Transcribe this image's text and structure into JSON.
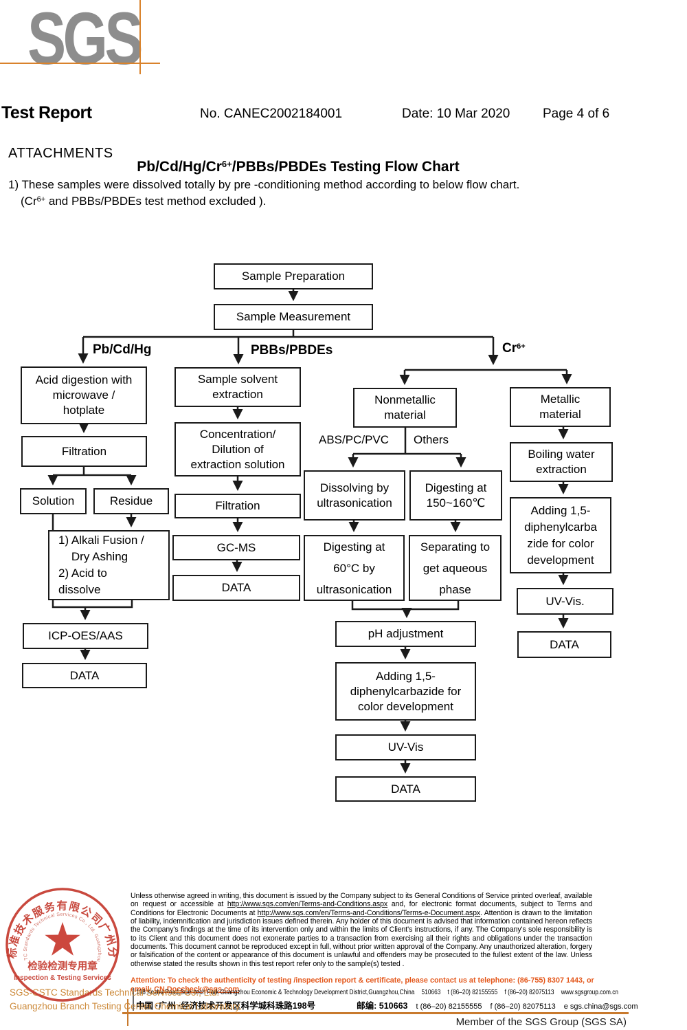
{
  "header": {
    "logo_text": "SGS",
    "report_title": "Test Report",
    "report_no": "No. CANEC2002184001",
    "date": "Date: 10 Mar 2020",
    "page": "Page 4 of 6"
  },
  "attachments": {
    "heading": "ATTACHMENTS",
    "title_prefix": "Pb/Cd/Hg/Cr",
    "title_sup": "6+",
    "title_suffix": "/PBBs/PBDEs Testing Flow Chart",
    "note_line1": "1) These samples were dissolved totally by pre -conditioning method according to below flow chart.",
    "note2_prefix": "(Cr",
    "note2_sup": "6+",
    "note2_suffix": " and PBBs/PBDEs test method excluded )."
  },
  "flowchart": {
    "branch_labels": {
      "left": "Pb/Cd/Hg",
      "middle": "PBBs/PBDEs",
      "right_prefix": "Cr",
      "right_sup": "6+"
    },
    "sub_labels": {
      "abs": "ABS/PC/PVC",
      "others": "Others"
    },
    "boxes": {
      "sample_prep": "Sample Preparation",
      "sample_meas": "Sample Measurement",
      "acid_digestion": "Acid digestion with\nmicrowave /\nhotplate",
      "filtration_left": "Filtration",
      "solution": "Solution",
      "residue": "Residue",
      "alkali": "1) Alkali Fusion /\n    Dry Ashing\n2) Acid to\ndissolve",
      "icp": "ICP-OES/AAS",
      "data_left": "DATA",
      "solvent_extraction": "Sample solvent\nextraction",
      "concentration": "Concentration/\nDilution of\nextraction solution",
      "filtration_mid": "Filtration",
      "gcms": "GC-MS",
      "data_mid": "DATA",
      "nonmetallic": "Nonmetallic\nmaterial",
      "metallic": "Metallic\nmaterial",
      "dissolving": "Dissolving by\nultrasonication",
      "digesting150": "Digesting at\n150~160℃",
      "digesting60": "Digesting at\n60°C by\nultrasonication",
      "separating": "Separating to\nget aqueous\nphase",
      "ph": "pH adjustment",
      "adding_mid": "Adding 1,5-\ndiphenylcarbazide for\ncolor development",
      "uvvis_mid": "UV-Vis",
      "data_mid2": "DATA",
      "boiling": "Boiling water\nextraction",
      "adding_right": "Adding 1,5-\ndiphenylcarba\nzide for color\ndevelopment",
      "uvvis_right": "UV-Vis.",
      "data_right": "DATA"
    }
  },
  "footer": {
    "disclaimer_seg1": "Unless otherwise agreed in writing, this document is issued by the Company subject to its General Conditions of Service printed overleaf, available on request or accessible at ",
    "disclaimer_url1": "http://www.sgs.com/en/Terms-and-Conditions.aspx",
    "disclaimer_seg2": " and, for electronic format documents, subject to Terms and Conditions for Electronic Documents at ",
    "disclaimer_url2": "http://www.sgs.com/en/Terms-and-Conditions/Terms-e-Document.aspx",
    "disclaimer_seg3": ". Attention is drawn to the limitation of liability, indemnification and jurisdiction issues defined therein. Any holder of this document is advised that information contained hereon reflects the Company's findings at the time of its intervention only and within the limits of Client's instructions, if any. The Company's sole responsibility is to its Client and this document does not exonerate parties to a transaction from exercising all their rights and obligations under the transaction documents. This document cannot be reproduced except in full, without prior written approval of the Company. Any unauthorized alteration, forgery or falsification of the content or appearance of this document is unlawful and offenders may be prosecuted to the fullest extent of the law. Unless otherwise stated the results shown in this test report refer only to the sample(s) tested .",
    "attention_text": "Attention: To check the authenticity of testing /inspection report & certificate, please contact us at telephone: (86-755) 8307 1443, or email: ",
    "attention_email": "CN.Doccheck@sgs.com",
    "address_en": "198 Kezhu Road,Scientech Park Guangzhou Economic & Technology Development District,Guangzhou,China",
    "postal_en": "510663",
    "tel": "t (86–20) 82155555",
    "fax": "f (86–20) 82075113",
    "web": "www.sgsgroup.com.cn",
    "address_cn": "中国 ·广州 ·经济技术开发区科学城科珠路198号",
    "postal_cn_label": "邮编: 510663",
    "email_label": "e  sgs.china@sgs.com",
    "member_line": "Member of the SGS Group (SGS SA)",
    "company_line1": "SGS-CSTC Standards Technical Services Co., Ltd.",
    "company_line2": "Guangzhou Branch Testing Center Chemical Laboratory.",
    "stamp": {
      "arc_text": "通标标准技术服务有限公司广州分公司",
      "inner_arc_text": "SGS-CSTC Standards Technical Services Co., Ltd. Guangzhou Branch",
      "line1": "检验检测专用章",
      "line2": "Inspection & Testing Services"
    }
  },
  "colors": {
    "accent_orange": "#d9822b",
    "stamp_red": "#c43a2e",
    "logo_gray": "#8d8d8d",
    "attention_orange": "#e4581c"
  }
}
